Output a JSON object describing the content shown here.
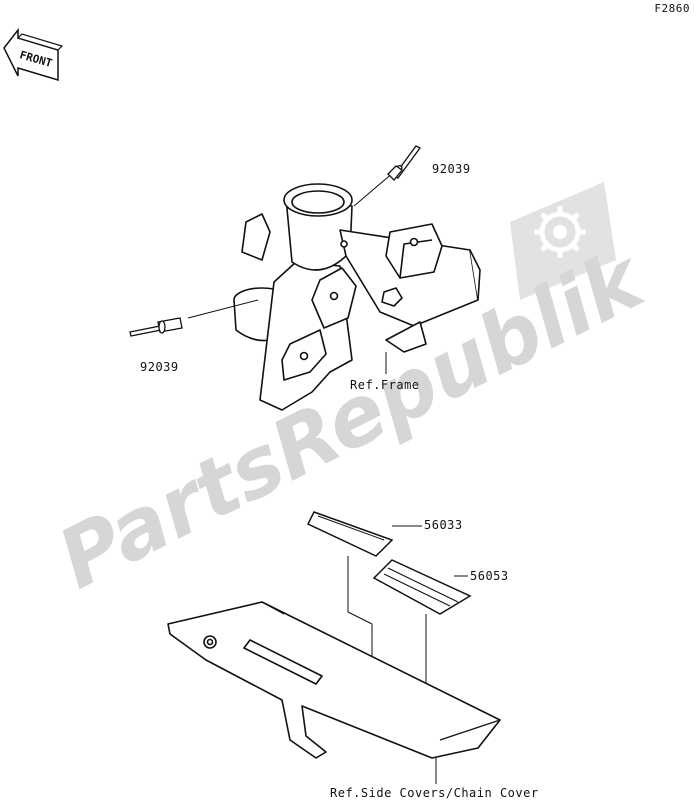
{
  "figure_code": "F2860",
  "front_badge": "FRONT",
  "watermark": "PartsRepublik",
  "callouts": {
    "rivet_top": "92039",
    "rivet_left": "92039",
    "frame_ref": "Ref.Frame",
    "label_a": "56033",
    "label_b": "56053",
    "cover_ref": "Ref.Side Covers/Chain Cover"
  },
  "colors": {
    "line": "#111111",
    "watermark": "#d9d9d9"
  }
}
